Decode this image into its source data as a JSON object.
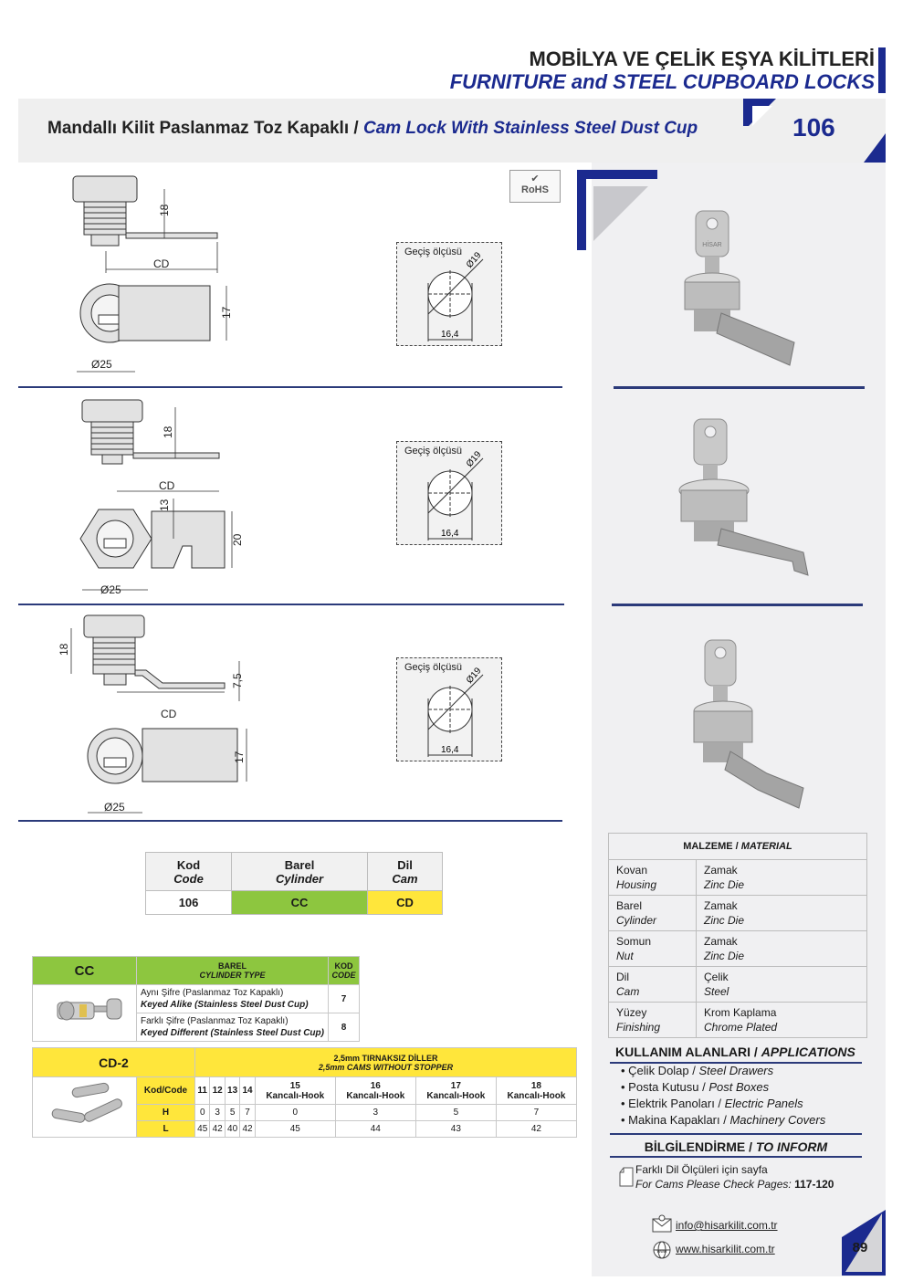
{
  "header": {
    "line1": "MOBİLYA VE ÇELİK EŞYA KİLİTLERİ",
    "line2": "FURNITURE and STEEL CUPBOARD LOCKS",
    "title_tr": "Mandallı Kilit Paslanmaz Toz Kapaklı /",
    "title_en": "Cam Lock With Stainless Steel Dust Cup",
    "code": "106",
    "rohs": "RoHS"
  },
  "drawings": {
    "dim_18": "18",
    "dim_cd": "CD",
    "dim_17": "17",
    "dim_25": "Ø25",
    "dim_13": "13",
    "dim_20": "20",
    "dim_75": "7,5",
    "pass_label": "Geçiş ölçüsü",
    "pass_dia": "Ø19",
    "pass_width": "16,4"
  },
  "code_table": {
    "headers": [
      [
        "Kod",
        "Code"
      ],
      [
        "Barel",
        "Cylinder"
      ],
      [
        "Dil",
        "Cam"
      ]
    ],
    "row": [
      "106",
      "CC",
      "CD"
    ],
    "colors": {
      "cc": "#8dc63f",
      "cd": "#ffe63b"
    }
  },
  "cc_table": {
    "title": "CC",
    "col1": "BAREL",
    "col1_en": "CYLINDER TYPE",
    "col2": "KOD",
    "col2_en": "CODE",
    "rows": [
      {
        "tr": "Aynı Şifre (Paslanmaz Toz Kapaklı)",
        "en": "Keyed Alike (Stainless Steel Dust Cup)",
        "code": "7"
      },
      {
        "tr": "Farklı Şifre (Paslanmaz Toz Kapaklı)",
        "en": "Keyed Different (Stainless Steel Dust Cup)",
        "code": "8"
      }
    ]
  },
  "cd_table": {
    "title": "CD-2",
    "head_tr": "2,5mm TIRNAKSIZ DİLLER",
    "head_en": "2,5mm CAMS WITHOUT STOPPER",
    "kod": "Kod/Code",
    "codes": [
      [
        "11",
        ""
      ],
      [
        "12",
        ""
      ],
      [
        "13",
        ""
      ],
      [
        "14",
        ""
      ],
      [
        "15",
        "Kancalı-Hook"
      ],
      [
        "16",
        "Kancalı-Hook"
      ],
      [
        "17",
        "Kancalı-Hook"
      ],
      [
        "18",
        "Kancalı-Hook"
      ]
    ],
    "h_label": "H",
    "l_label": "L",
    "h": [
      "0",
      "3",
      "5",
      "7",
      "0",
      "3",
      "5",
      "7"
    ],
    "l": [
      "45",
      "42",
      "40",
      "42",
      "45",
      "44",
      "43",
      "42"
    ]
  },
  "material": {
    "title_tr": "MALZEME /",
    "title_en": "MATERIAL",
    "rows": [
      {
        "k_tr": "Kovan",
        "k_en": "Housing",
        "v_tr": "Zamak",
        "v_en": "Zinc Die"
      },
      {
        "k_tr": "Barel",
        "k_en": "Cylinder",
        "v_tr": "Zamak",
        "v_en": "Zinc Die"
      },
      {
        "k_tr": "Somun",
        "k_en": "Nut",
        "v_tr": "Zamak",
        "v_en": "Zinc Die"
      },
      {
        "k_tr": "Dil",
        "k_en": "Cam",
        "v_tr": "Çelik",
        "v_en": "Steel"
      },
      {
        "k_tr": "Yüzey",
        "k_en": "Finishing",
        "v_tr": "Krom Kaplama",
        "v_en": "Chrome Plated"
      }
    ]
  },
  "applications": {
    "title_tr": "KULLANIM ALANLARI /",
    "title_en": "APPLICATIONS",
    "items": [
      {
        "tr": "Çelik Dolap /",
        "en": "Steel Drawers"
      },
      {
        "tr": "Posta Kutusu /",
        "en": "Post Boxes"
      },
      {
        "tr": "Elektrik Panoları /",
        "en": "Electric Panels"
      },
      {
        "tr": "Makina Kapakları /",
        "en": "Machinery Covers"
      }
    ]
  },
  "inform": {
    "title_tr": "BİLGİLENDİRME /",
    "title_en": "TO INFORM",
    "line1": "Farklı Dil Ölçüleri için sayfa",
    "line2": "For Cams Please Check Pages:",
    "pages": "117-120"
  },
  "footer": {
    "email": "info@hisarkilit.com.tr",
    "web": "www.hisarkilit.com.tr",
    "page": "89",
    "web_icon_text": "www"
  },
  "photo_key_text": "HİSAR"
}
